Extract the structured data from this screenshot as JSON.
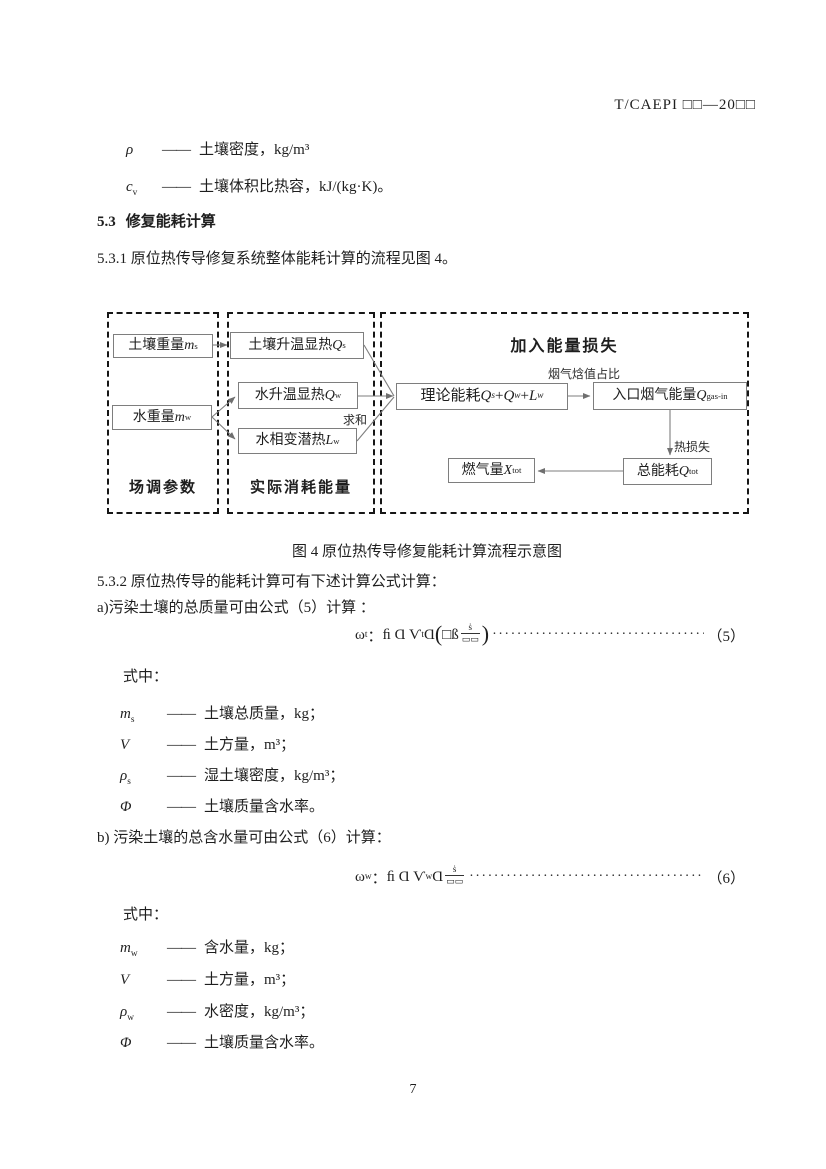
{
  "header": {
    "right": "T/CAEPI □□—20□□"
  },
  "top_defs": {
    "rows": [
      {
        "symbol": [
          {
            "t": "ρ",
            "i": true
          }
        ],
        "dash": "——",
        "desc": "土壤密度，kg/m³"
      },
      {
        "symbol": [
          {
            "t": "c",
            "i": true
          },
          {
            "t": "v",
            "sub": true
          }
        ],
        "dash": "——",
        "desc": "土壤体积比热容，kJ/(kg·K)。"
      }
    ]
  },
  "section": {
    "number": "5.3",
    "title": "修复能耗计算"
  },
  "para_531": "5.3.1 原位热传导修复系统整体能耗计算的流程见图 4。",
  "figure": {
    "caption": "图 4 原位热传导修复能耗计算流程示意图",
    "panel1_label": "场调参数",
    "panel2_label": "实际消耗能量",
    "panel3_title": "加入能量损失",
    "boxes": {
      "soil_weight": [
        {
          "t": "土壤重量"
        },
        {
          "t": "m",
          "i": true
        },
        {
          "t": "s",
          "sub": true
        }
      ],
      "water_weight": [
        {
          "t": "水重量"
        },
        {
          "t": "m",
          "i": true
        },
        {
          "t": "w",
          "sub": true
        }
      ],
      "soil_sensible": [
        {
          "t": "土壤升温显热"
        },
        {
          "t": "Q",
          "i": true
        },
        {
          "t": "s",
          "sub": true
        }
      ],
      "water_sensible": [
        {
          "t": "水升温显热"
        },
        {
          "t": "Q",
          "i": true
        },
        {
          "t": "w",
          "sub": true
        }
      ],
      "water_latent": [
        {
          "t": "水相变潜热"
        },
        {
          "t": "L",
          "i": true
        },
        {
          "t": "w",
          "sub": true
        }
      ],
      "theoretical": [
        {
          "t": "理论能耗"
        },
        {
          "t": "Q",
          "i": true
        },
        {
          "t": "s",
          "sub": true,
          "i": true
        },
        {
          "t": " + "
        },
        {
          "t": "Q",
          "i": true
        },
        {
          "t": "w",
          "sub": true,
          "i": true
        },
        {
          "t": " + "
        },
        {
          "t": "L",
          "i": true
        },
        {
          "t": "w",
          "sub": true,
          "i": true
        }
      ],
      "inlet_gas": [
        {
          "t": "入口烟气能量"
        },
        {
          "t": "Q",
          "i": true
        },
        {
          "t": "gas-in",
          "sub": true
        }
      ],
      "total_energy": [
        {
          "t": "总能耗"
        },
        {
          "t": "Q",
          "i": true
        },
        {
          "t": "tot",
          "sub": true
        }
      ],
      "gas_amount": [
        {
          "t": "燃气量"
        },
        {
          "t": "X",
          "i": true
        },
        {
          "t": "tot",
          "sub": true
        }
      ]
    },
    "labels": {
      "sum": "求和",
      "flue_ratio": "烟气焓值占比",
      "heat_loss": "热损失"
    }
  },
  "para_532": "5.3.2 原位热传导的能耗计算可有下述计算公式计算：",
  "item_a": "a)污染土壤的总质量可由公式（5）计算 ：",
  "formula5": {
    "body": [
      {
        "t": "ω"
      },
      {
        "t": "t",
        "sub": true
      },
      {
        "t": "： "
      },
      {
        "t": "ﬁ Ɑ Ѵ"
      },
      {
        "t": "t",
        "sub": true
      },
      {
        "t": " Ɑ "
      },
      {
        "t": "(",
        "big": true
      },
      {
        "t": "□ß "
      },
      {
        "frac": [
          "ṡ",
          "▭▭"
        ]
      },
      {
        "t": ")",
        "big": true
      }
    ],
    "dots": "····················································",
    "number": "（5）"
  },
  "defs5": {
    "heading": "式中：",
    "rows": [
      {
        "symbol": [
          {
            "t": "m",
            "i": true
          },
          {
            "t": "s",
            "sub": true
          }
        ],
        "dash": "——",
        "desc": "土壤总质量，kg；"
      },
      {
        "symbol": [
          {
            "t": "V",
            "i": true
          }
        ],
        "dash": "——",
        "desc": "土方量，m³；"
      },
      {
        "symbol": [
          {
            "t": "ρ",
            "i": true
          },
          {
            "t": "s",
            "sub": true
          }
        ],
        "dash": "——",
        "desc": "湿土壤密度，kg/m³；"
      },
      {
        "symbol": [
          {
            "t": "Φ",
            "i": true
          }
        ],
        "dash": "——",
        "desc": "土壤质量含水率。"
      }
    ]
  },
  "item_b": "b) 污染土壤的总含水量可由公式（6）计算：",
  "formula6": {
    "body": [
      {
        "t": "ω"
      },
      {
        "t": "w",
        "sub": true
      },
      {
        "t": "： "
      },
      {
        "t": "ﬁ Ɑ Ѵ"
      },
      {
        "t": "w",
        "sub": true
      },
      {
        "t": " Ɑ "
      },
      {
        "frac": [
          "ṡ",
          "▭▭"
        ]
      }
    ],
    "dots": "····················································",
    "number": "（6）"
  },
  "defs6": {
    "heading": "式中：",
    "rows": [
      {
        "symbol": [
          {
            "t": "m",
            "i": true
          },
          {
            "t": "w",
            "sub": true
          }
        ],
        "dash": "——",
        "desc": "含水量，kg；"
      },
      {
        "symbol": [
          {
            "t": "V",
            "i": true
          }
        ],
        "dash": "——",
        "desc": "土方量，m³；"
      },
      {
        "symbol": [
          {
            "t": "ρ",
            "i": true
          },
          {
            "t": "w",
            "sub": true
          }
        ],
        "dash": "——",
        "desc": "水密度，kg/m³；"
      },
      {
        "symbol": [
          {
            "t": "Φ",
            "i": true
          }
        ],
        "dash": "——",
        "desc": "土壤质量含水率。"
      }
    ]
  },
  "footer": {
    "page_number": "7"
  }
}
